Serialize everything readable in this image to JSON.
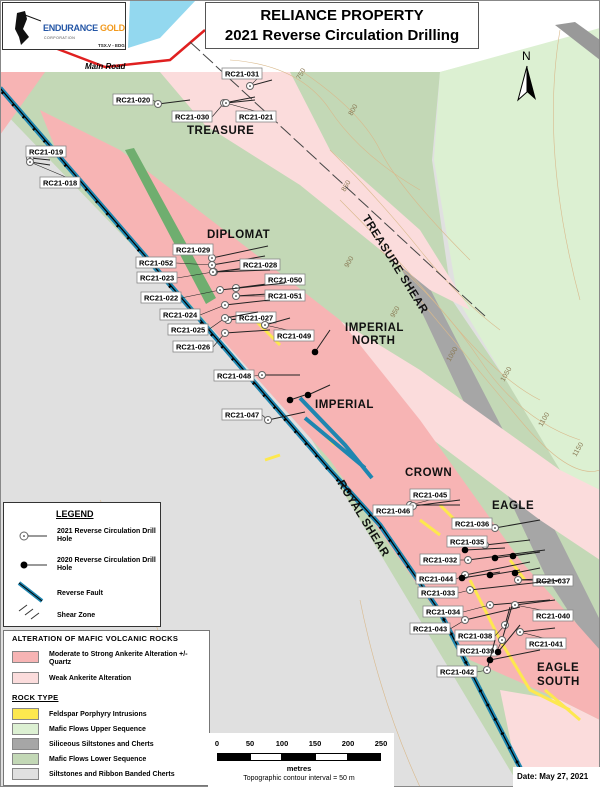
{
  "title": {
    "line1": "RELIANCE PROPERTY",
    "line2": "2021 Reverse Circulation Drilling"
  },
  "logo": {
    "name_part1": "ENDURANCE",
    "name_part2": "GOLD",
    "corporation": "CORPORATION",
    "ticker": "TSX.V - EDG"
  },
  "map": {
    "road_label": "Main Road",
    "north_label": "N",
    "places": [
      "TREASURE",
      "DIPLOMAT",
      "IMPERIAL",
      "NORTH",
      "IMPERIAL",
      "CROWN",
      "EAGLE",
      "EAGLE",
      "SOUTH"
    ],
    "shears": [
      "TREASURE SHEAR",
      "ROYAL SHEAR"
    ],
    "contours": [
      "750",
      "800",
      "850",
      "900",
      "950",
      "1000",
      "1050",
      "1100",
      "1150"
    ],
    "drill_holes_2021": [
      "RC21-031",
      "RC21-020",
      "RC21-030",
      "RC21-021",
      "RC21-019",
      "RC21-018",
      "RC21-029",
      "RC21-052",
      "RC21-028",
      "RC21-023",
      "RC21-050",
      "RC21-022",
      "RC21-051",
      "RC21-024",
      "RC21-027",
      "RC21-025",
      "RC21-049",
      "RC21-026",
      "RC21-048",
      "RC21-047",
      "RC21-045",
      "RC21-046",
      "RC21-036",
      "RC21-035",
      "RC21-032",
      "RC21-044",
      "RC21-037",
      "RC21-033",
      "RC21-034",
      "RC21-040",
      "RC21-043",
      "RC21-038",
      "RC21-041",
      "RC21-039",
      "RC21-042"
    ]
  },
  "legend": {
    "title": "LEGEND",
    "items": [
      "2021 Reverse Circulation Drill Hole",
      "2020 Reverse Circulation Drill Hole",
      "Reverse Fault",
      "Shear Zone"
    ]
  },
  "alteration": {
    "title": "ALTERATION OF MAFIC VOLCANIC ROCKS",
    "items": [
      {
        "label": "Moderate  to Strong Ankerite Alteration +/- Quartz",
        "color": "#f7b4b4"
      },
      {
        "label": "Weak Ankerite Alteration",
        "color": "#fbdcdc"
      }
    ]
  },
  "rock_type": {
    "title": "ROCK TYPE",
    "items": [
      {
        "label": "Feldspar Porphyry Intrusions",
        "color": "#fde84f"
      },
      {
        "label": "Mafic Flows Upper Sequence",
        "color": "#dcf0d2"
      },
      {
        "label": "Siliceous Siltstones and Cherts",
        "color": "#a6a6a6"
      },
      {
        "label": "Mafic Flows Lower Sequence",
        "color": "#c3d8b6"
      },
      {
        "label": "Siltstones and Ribbon Banded Cherts",
        "color": "#e0e0e0"
      }
    ]
  },
  "scale": {
    "ticks": [
      "0",
      "50",
      "100",
      "150",
      "200",
      "250"
    ],
    "unit": "metres",
    "note": "Topographic contour interval = 50 m"
  },
  "date": "Date:  May 27, 2021"
}
